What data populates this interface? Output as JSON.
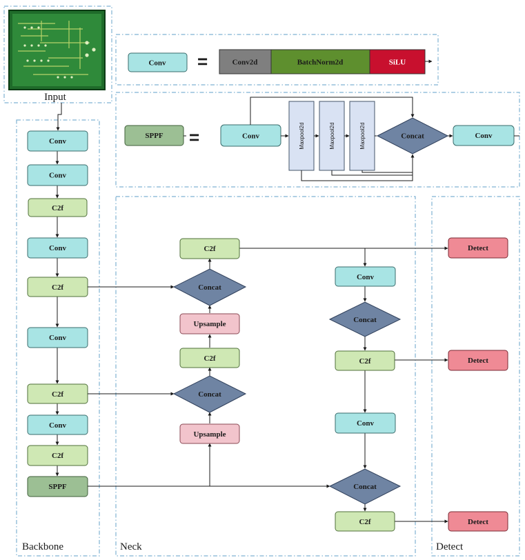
{
  "colors": {
    "conv": "#a8e4e4",
    "c2f": "#cfe8b4",
    "upsample": "#f2c4cc",
    "detect": "#ef8a95",
    "concat": "#6f84a3",
    "sppf": "#9cbf94",
    "conv2d": "#7f7f7f",
    "batchnorm": "#5e8f2e",
    "silu": "#c8102e",
    "maxpool": "#d9e2f3",
    "frame": "#7fb2d3"
  },
  "sections": {
    "input": "Input",
    "backbone": "Backbone",
    "neck": "Neck",
    "detect": "Detect"
  },
  "conv_def": {
    "lhs": "Conv",
    "equals": "=",
    "parts": [
      "Conv2d",
      "BatchNorm2d",
      "SiLU"
    ]
  },
  "sppf_def": {
    "lhs": "SPPF",
    "equals": "=",
    "conv_in": "Conv",
    "maxpools": [
      "Maxpool2d",
      "Maxpool2d",
      "Maxpool2d"
    ],
    "concat": "Concat",
    "conv_out": "Conv"
  },
  "backbone": [
    "Conv",
    "Conv",
    "C2f",
    "Conv",
    "C2f",
    "Conv",
    "C2f",
    "Conv",
    "C2f",
    "SPPF"
  ],
  "neck": {
    "left": [
      "C2f",
      "Concat",
      "Upsample",
      "C2f",
      "Concat",
      "Upsample"
    ],
    "right": [
      "Conv",
      "Concat",
      "C2f",
      "Conv",
      "Concat",
      "C2f"
    ]
  },
  "detect": [
    "Detect",
    "Detect",
    "Detect"
  ]
}
